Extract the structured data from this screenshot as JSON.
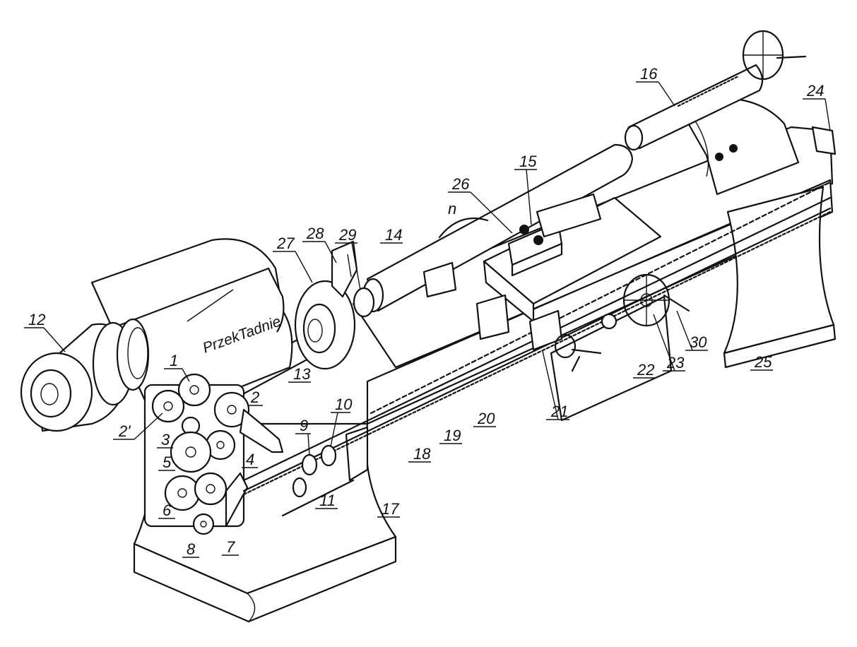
{
  "annotation_text": "PrzekTadnie",
  "speed_symbol": "n",
  "labels": {
    "l1": "1",
    "l2": "2",
    "l2p": "2'",
    "l3": "3",
    "l4": "4",
    "l5": "5",
    "l6": "6",
    "l7": "7",
    "l8": "8",
    "l9": "9",
    "l10": "10",
    "l11": "11",
    "l12": "12",
    "l13": "13",
    "l14": "14",
    "l15": "15",
    "l16": "16",
    "l17": "17",
    "l18": "18",
    "l19": "19",
    "l20": "20",
    "l21": "21",
    "l22": "22",
    "l23": "23",
    "l24": "24",
    "l25": "25",
    "l26": "26",
    "l27": "27",
    "l28": "28",
    "l29": "29",
    "l30": "30"
  }
}
